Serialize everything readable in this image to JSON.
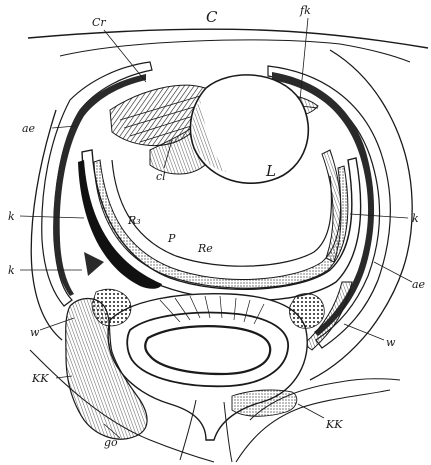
{
  "labels": {
    "C": "C",
    "Cr": "Cr",
    "fk": "fk",
    "ae_left": "ae",
    "ae_right": "ae",
    "cl": "cl",
    "L": "L",
    "k_upper_left": "k",
    "k_lower_left": "k",
    "k_right": "k",
    "Rs": "R₃",
    "P": "P",
    "Re": "Re",
    "w_left": "w",
    "w_right": "w",
    "KK_left": "KK",
    "KK_right": "KK",
    "go": "go"
  },
  "colors": {
    "ink": "#1a1a1a",
    "paper": "#ffffff",
    "shade": "#3a3a3a",
    "light": "#bdbdbd"
  }
}
